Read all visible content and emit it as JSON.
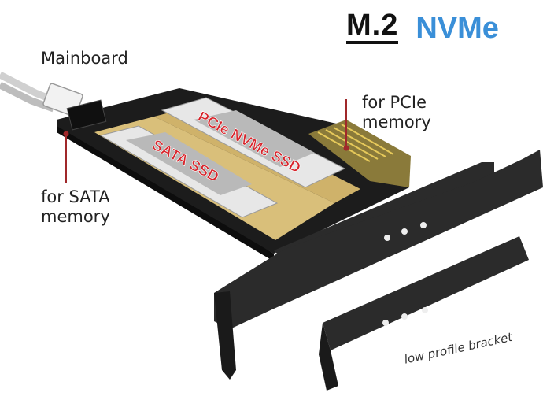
{
  "header": {
    "m2": "M.2",
    "nvme": "NVMe"
  },
  "callouts": {
    "mainboard": "Mainboard",
    "pcie_line1": "for PCIe",
    "pcie_line2": "memory",
    "sata_line1": "for SATA",
    "sata_line2": "memory"
  },
  "card_labels": {
    "pcie_ssd": "PCIe NVMe SSD",
    "sata_ssd": "SATA SSD"
  },
  "bracket_caption": "low profile bracket",
  "colors": {
    "accent_blue": "#3a8fd8",
    "pcb": "#1c1c1c",
    "ssd_red": "#d8232a",
    "bracket": "#2b2b2b",
    "callout_line": "#a0282a"
  }
}
